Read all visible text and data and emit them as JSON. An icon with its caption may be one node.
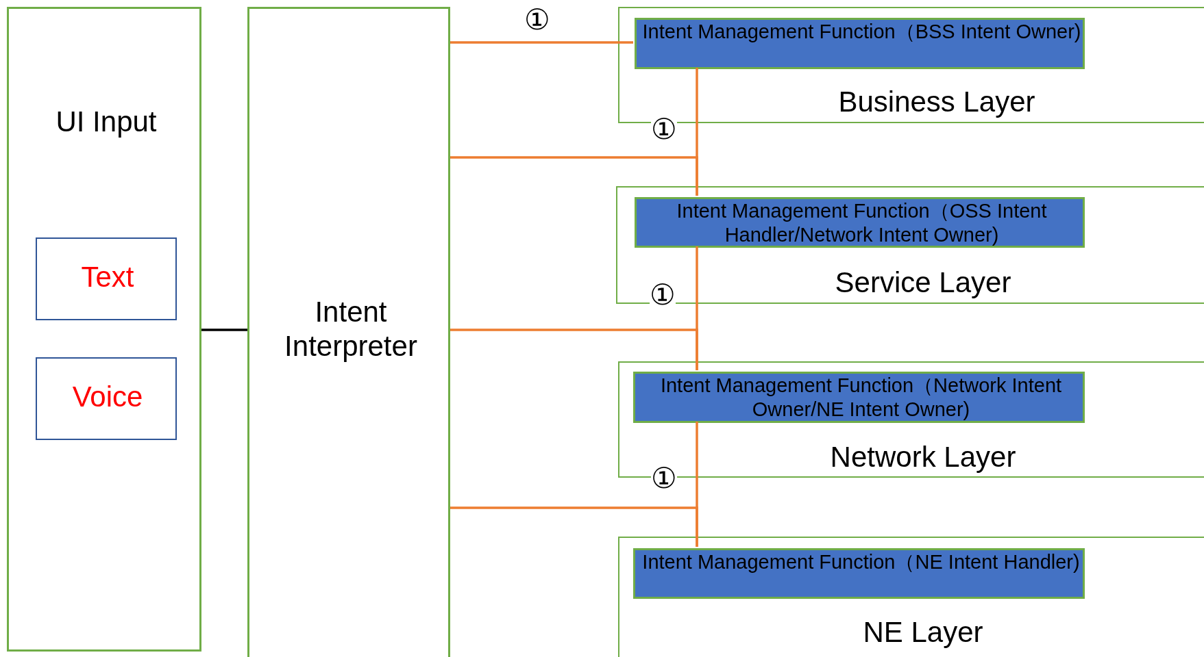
{
  "diagram": {
    "nodes": [
      {
        "text": [
          "UI Input"
        ]
      },
      {
        "text": [
          "Text"
        ],
        "in": 0
      },
      {
        "text": [
          "Voice"
        ],
        "in": 0
      },
      {
        "text": [
          "Intent Interpreter"
        ]
      },
      {
        "text": [
          "Business Layer"
        ]
      },
      {
        "text": [
          "Intent Management Function（BSS Intent Owner)"
        ],
        "in": 4
      },
      {
        "text": [
          "Service Layer"
        ]
      },
      {
        "text": [
          "Intent Management Function（OSS Intent Handler/Network Intent Owner)"
        ],
        "in": 6
      },
      {
        "text": [
          "Network Layer"
        ]
      },
      {
        "text": [
          "Intent Management Function（Network Intent Owner/NE Intent Owner)"
        ],
        "in": 8
      },
      {
        "text": [
          "NE Layer"
        ]
      },
      {
        "text": [
          "Intent Management Function（NE Intent Handler)"
        ],
        "in": 10
      }
    ],
    "edges": [
      {
        "from": 0,
        "to": 3,
        "arrow": "none",
        "color": "#000000"
      },
      {
        "from": 3,
        "to": 5,
        "arrow": "none",
        "label": "①"
      },
      {
        "from": 5,
        "to": 7,
        "arrow": "none",
        "label": "①"
      },
      {
        "from": 3,
        "to": 7,
        "arrow": "none"
      },
      {
        "from": 7,
        "to": 9,
        "arrow": "none",
        "label": "①"
      },
      {
        "from": 3,
        "to": 9,
        "arrow": "none"
      },
      {
        "from": 9,
        "to": 11,
        "arrow": "none",
        "label": "①"
      },
      {
        "from": 3,
        "to": 11,
        "arrow": "none"
      }
    ]
  }
}
